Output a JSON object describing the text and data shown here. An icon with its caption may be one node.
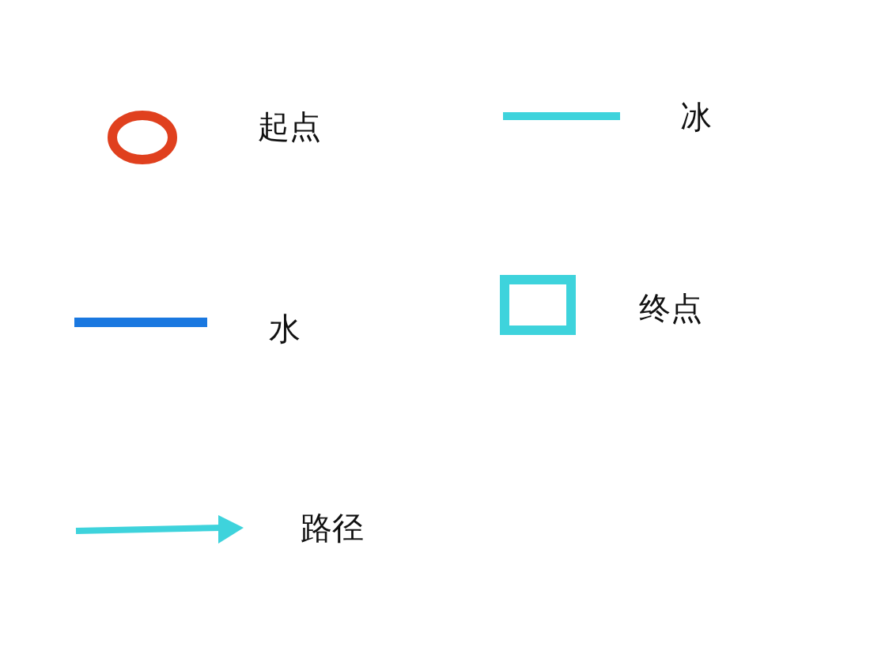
{
  "diagram": {
    "legend": [
      {
        "text": "起点"
      },
      {
        "text": "冰"
      },
      {
        "text": "水"
      },
      {
        "text": "终点"
      },
      {
        "text": "路径"
      }
    ]
  }
}
